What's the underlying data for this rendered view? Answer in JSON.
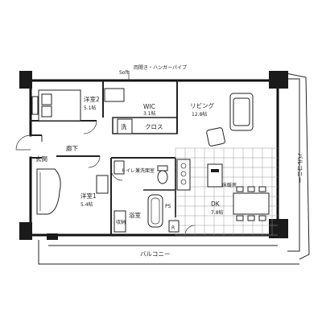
{
  "plan": {
    "rooms": {
      "bedroom2": {
        "name": "洋室2",
        "size": "5.1帖"
      },
      "wic": {
        "name": "WIC",
        "size": "3.1帖"
      },
      "living": {
        "name": "リビング",
        "size": "12.8帖"
      },
      "bedroom1": {
        "name": "洋室1",
        "size": "5.4帖"
      },
      "dk": {
        "name": "DK",
        "size": "7.8帖"
      },
      "hallway": {
        "name": "廊下"
      },
      "entrance": {
        "name": "玄関"
      },
      "toilet_washroom": {
        "name": "トイレ兼洗面室"
      },
      "bathroom": {
        "name": "浴室"
      },
      "closet": {
        "name": "クロス"
      },
      "laundry": {
        "name": "洗"
      },
      "storage": {
        "name": "収納"
      }
    },
    "balcony_east": "バルコニー",
    "balcony_south": "バルコニー",
    "annotations": {
      "mirror_door": "両開き・ハンガーパイプ",
      "floor_heating": "床暖房",
      "shelf": "Soft"
    },
    "symbols": {
      "fridge": "R",
      "pipe_space": "PS"
    }
  }
}
